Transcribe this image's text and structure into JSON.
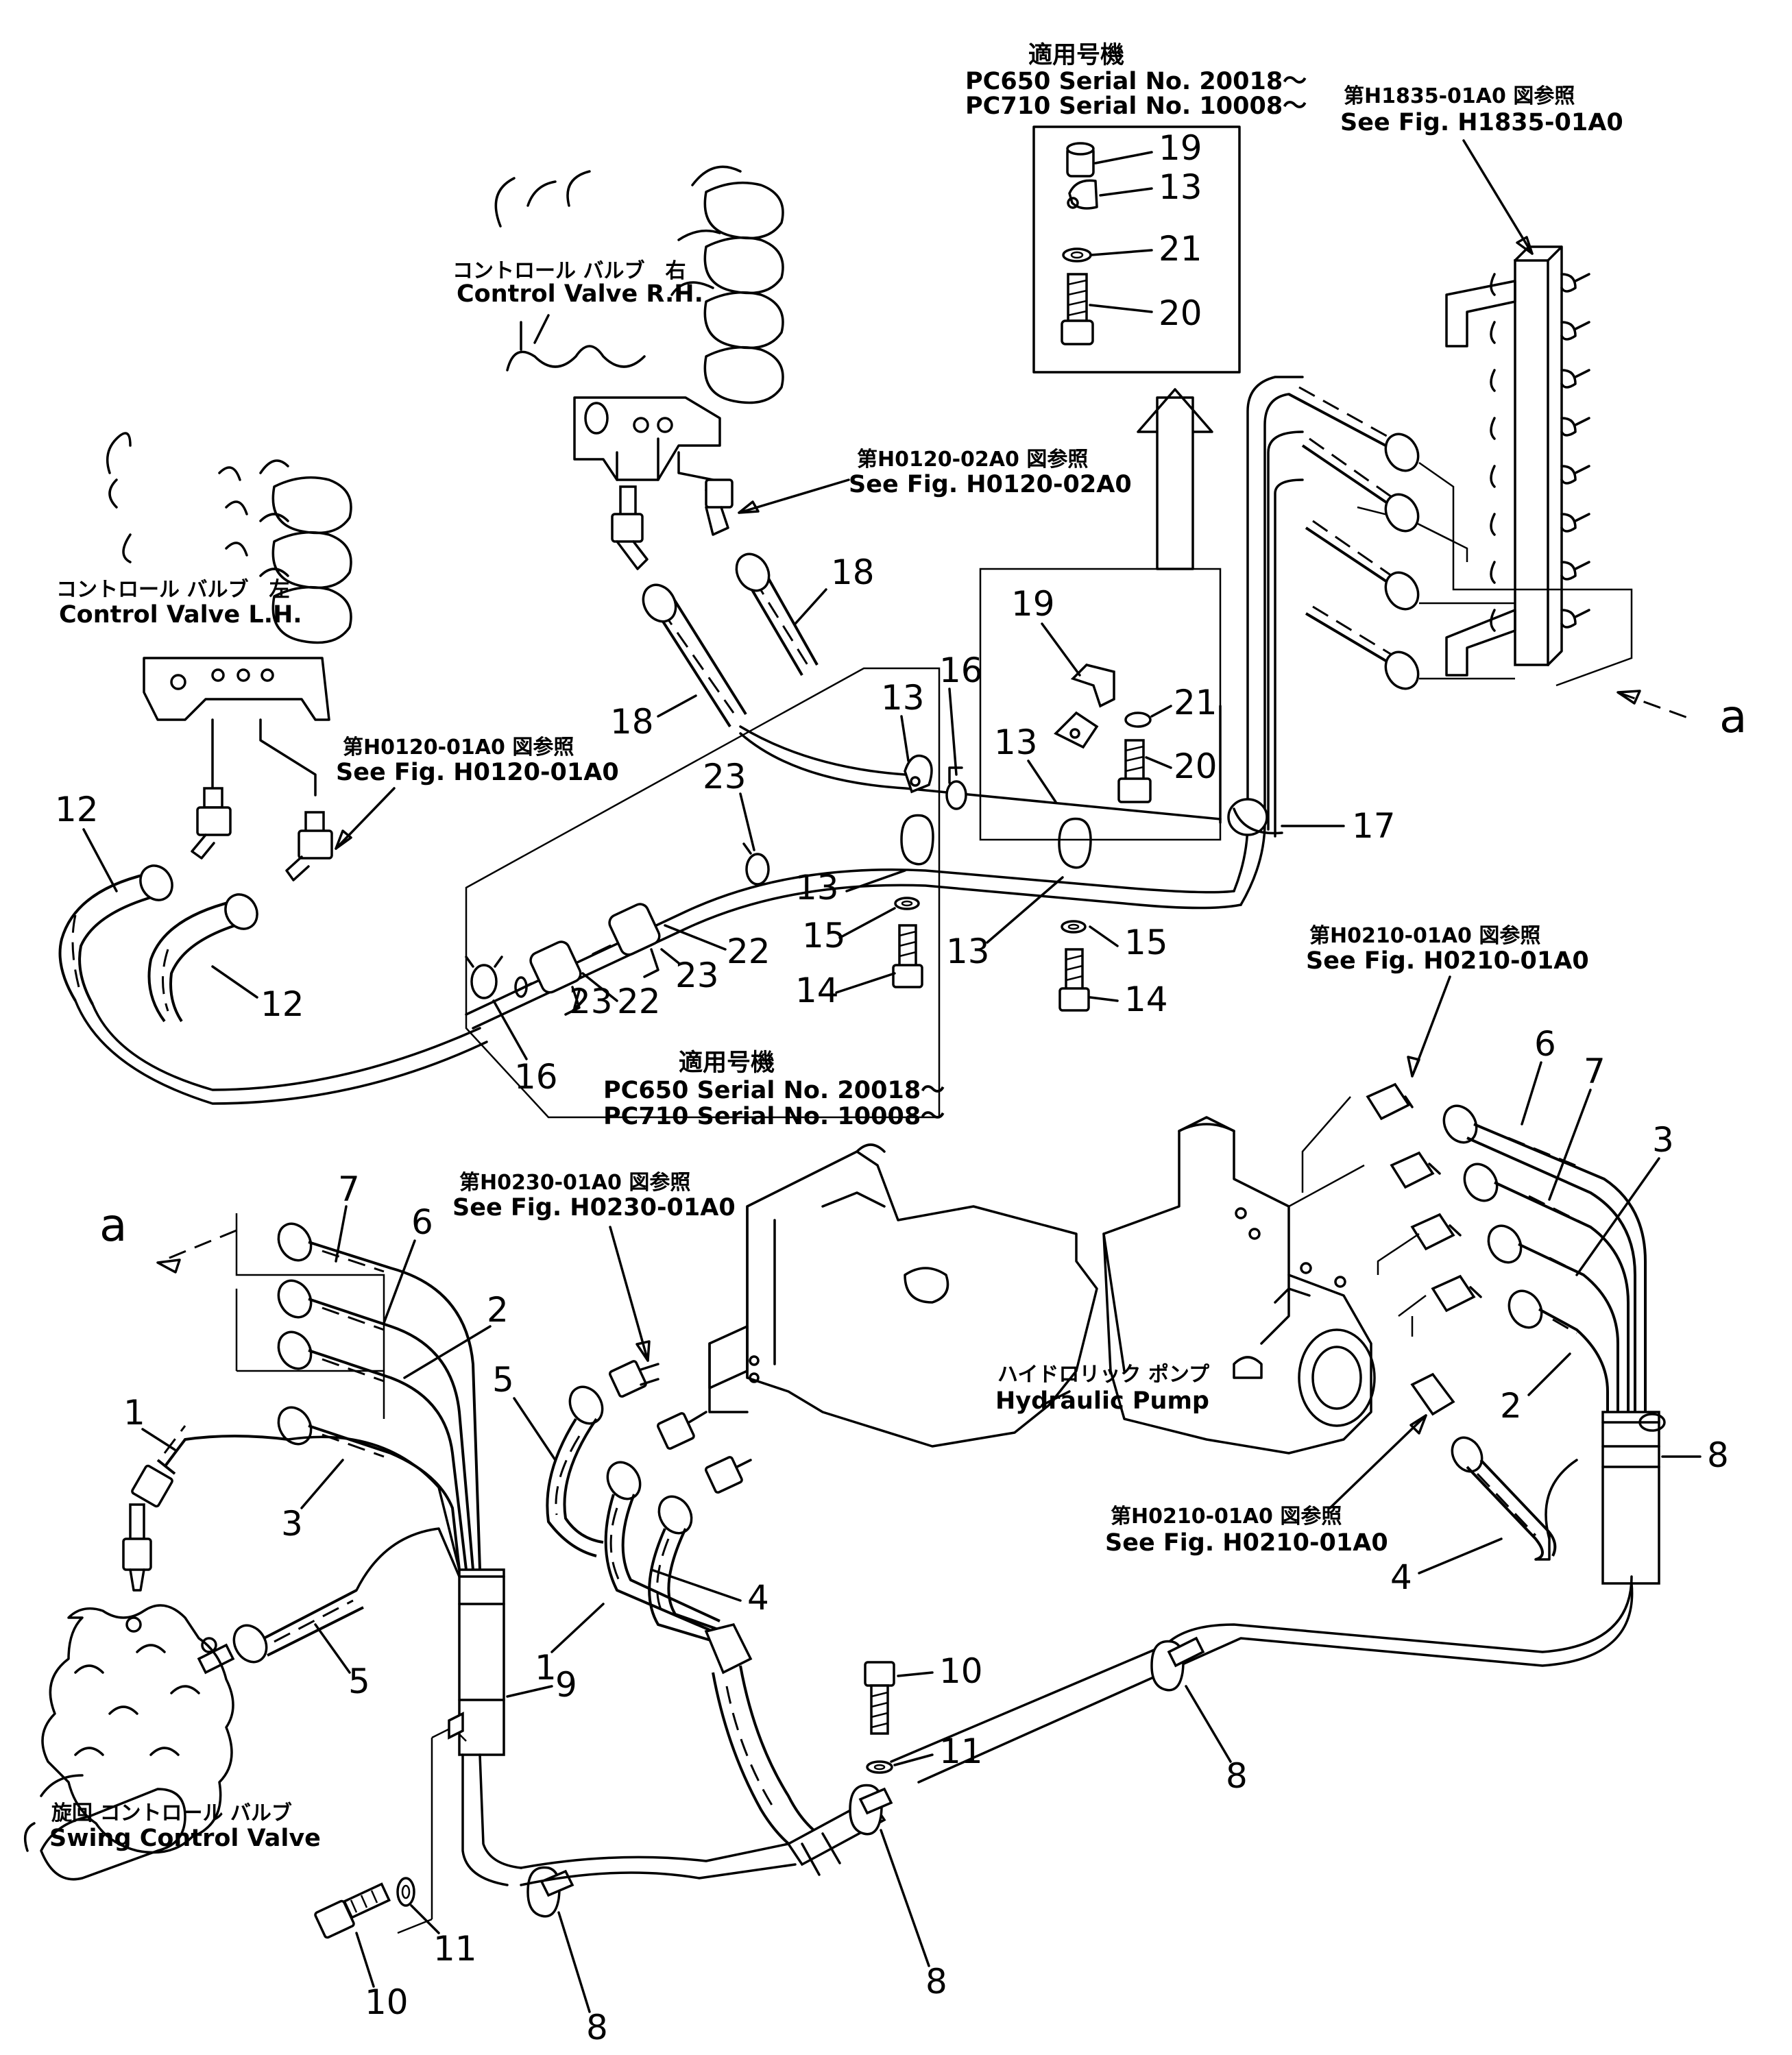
{
  "applicable_upper": {
    "heading": "適用号機",
    "line1": "PC650  Serial  No.  20018～",
    "line2": "PC710  Serial  No.  10008～"
  },
  "applicable_lower": {
    "heading": "適用号機",
    "line1": "PC650  Serial  No.  20018～",
    "line2": "PC710  Serial  No.  10008～"
  },
  "components": {
    "cv_rh_jp": "コントロール バルブ　右",
    "cv_rh_en": "Control Valve R.H.",
    "cv_lh_jp": "コントロール バルブ　左",
    "cv_lh_en": "Control Valve L.H.",
    "pump_jp": "ハイドロリック ポンプ",
    "pump_en": "Hydraulic Pump",
    "swing_jp": "旋回 コントロール バルブ",
    "swing_en": "Swing Control Valve"
  },
  "references": {
    "h1835_jp": "第H1835-01A0 図参照",
    "h1835_en": "See Fig. H1835-01A0",
    "h0120_02_jp": "第H0120-02A0 図参照",
    "h0120_02_en": "See Fig. H0120-02A0",
    "h0120_01_jp": "第H0120-01A0 図参照",
    "h0120_01_en": "See Fig. H0120-01A0",
    "h0210_a_jp": "第H0210-01A0 図参照",
    "h0210_a_en": "See Fig. H0210-01A0",
    "h0230_jp": "第H0230-01A0 図参照",
    "h0230_en": "See Fig. H0230-01A0",
    "h0210_b_jp": "第H0210-01A0 図参照",
    "h0210_b_en": "See Fig. H0210-01A0"
  },
  "connector_label": "a",
  "part_numbers": {
    "inset_19": "19",
    "inset_13": "13",
    "inset_21": "21",
    "inset_20": "20",
    "c19": "19",
    "c13": "13",
    "c21": "21",
    "c20": "20",
    "r18a": "18",
    "r18b": "18",
    "r16a": "16",
    "r16b": "16",
    "r17": "17",
    "r13a": "13",
    "r13b": "13",
    "r13c": "13",
    "r23a": "23",
    "r23b": "23",
    "r23c": "23",
    "r22a": "22",
    "r22b": "22",
    "r15a": "15",
    "r15b": "15",
    "r14a": "14",
    "r14b": "14",
    "r12a": "12",
    "r12b": "12",
    "p6a": "6",
    "p7a": "7",
    "p3a": "3",
    "p2a": "2",
    "p8a": "8",
    "p4a": "4",
    "l7": "7",
    "l6": "6",
    "l2": "2",
    "l3": "3",
    "l1a": "1",
    "l5a": "5",
    "l9": "9",
    "l11a": "11",
    "l10a": "10",
    "l8a": "8",
    "m5": "5",
    "m4": "4",
    "m1": "1",
    "m10": "10",
    "m11": "11",
    "m8a": "8",
    "m8b": "8"
  }
}
